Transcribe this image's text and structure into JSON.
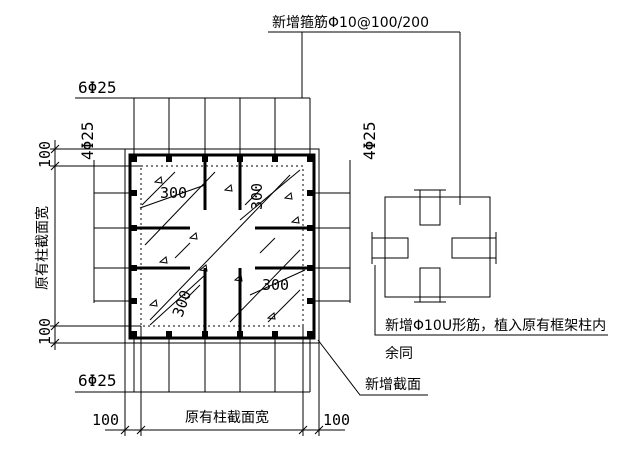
{
  "labels": {
    "stirrup_note": "新增箍筋Φ10@100/200",
    "top_rebar": "6Φ25",
    "bottom_rebar": "6Φ25",
    "left_rebar": "4Φ25",
    "right_rebar": "4Φ25",
    "dim_100_top_left": "100",
    "dim_100_bottom_left": "100",
    "dim_100_bottom_left_h": "100",
    "dim_100_bottom_right_h": "100",
    "orig_width_vertical": "原有柱截面宽",
    "orig_width_horizontal": "原有柱截面宽",
    "dim_300_a": "300",
    "dim_300_b": "300",
    "dim_300_c": "300",
    "dim_300_d": "300",
    "u_bar_note": "新增Φ10U形筋，植入原有框架柱内",
    "u_bar_note_2": "余同",
    "new_section": "新增截面"
  },
  "colors": {
    "line": "#000000",
    "background": "#ffffff"
  }
}
